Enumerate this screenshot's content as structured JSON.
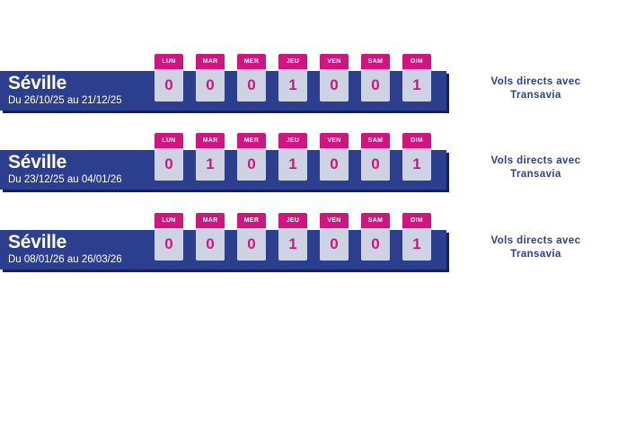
{
  "page": {
    "background_color": "#FFFFFF",
    "accent_blue": "#2B3F8E",
    "accent_magenta": "#D0157E",
    "cell_background": "#CDD3E3",
    "shadow_color": "#16215C"
  },
  "day_headers": [
    "LUN",
    "MAR",
    "MER",
    "JEU",
    "VEN",
    "SAM",
    "DIM"
  ],
  "rows": [
    {
      "city": "Séville",
      "period": "Du 26/10/25 au 21/12/25",
      "counts": [
        "0",
        "0",
        "0",
        "1",
        "0",
        "0",
        "1"
      ],
      "note_line1": "Vols directs avec",
      "note_line2": "Transavia"
    },
    {
      "city": "Séville",
      "period": "Du 23/12/25 au 04/01/26",
      "counts": [
        "0",
        "1",
        "0",
        "1",
        "0",
        "0",
        "1"
      ],
      "note_line1": "Vols directs avec",
      "note_line2": "Transavia"
    },
    {
      "city": "Séville",
      "period": "Du 08/01/26 au 26/03/26",
      "counts": [
        "0",
        "0",
        "0",
        "1",
        "0",
        "0",
        "1"
      ],
      "note_line1": "Vols directs avec",
      "note_line2": "Transavia"
    }
  ]
}
